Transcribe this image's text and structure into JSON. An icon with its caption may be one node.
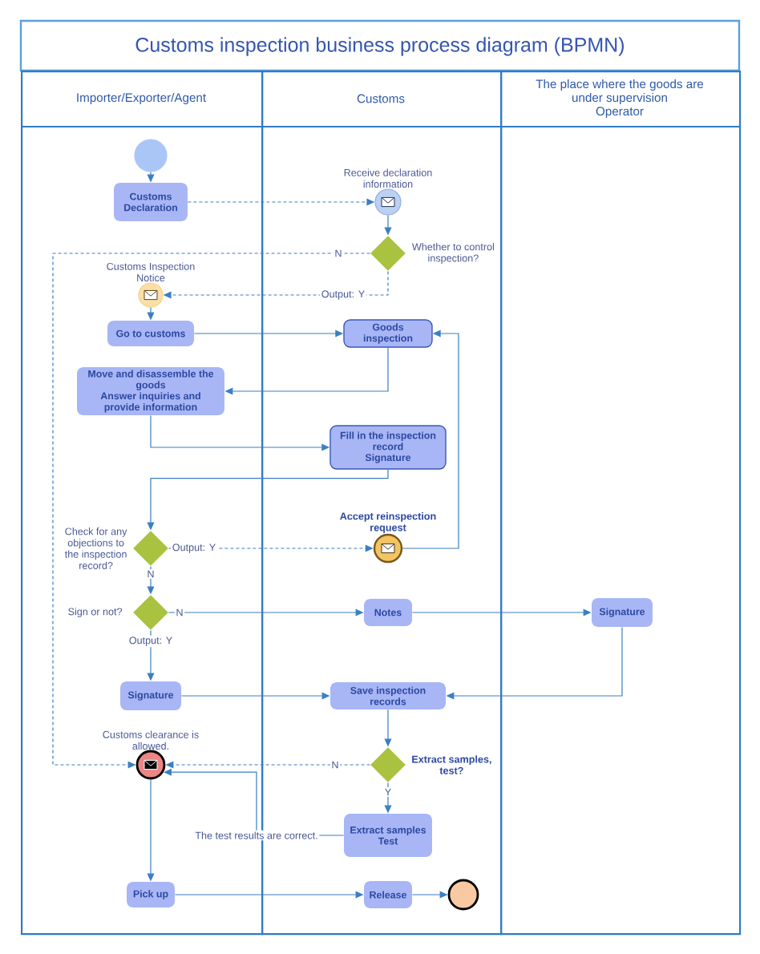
{
  "diagram": {
    "title": "Customs inspection business process diagram (BPMN)",
    "nodes": [
      {
        "text": [
          "Importer/Exporter/Agent"
        ]
      },
      {
        "text": [
          "Customs"
        ]
      },
      {
        "text": [
          "The place where the goods are under supervision",
          "Operator"
        ]
      },
      {
        "text": [],
        "shape": "circle",
        "in": 0
      },
      {
        "text": [
          "Customs Declaration"
        ],
        "in": 0
      },
      {
        "text": [
          "Receive declaration information"
        ],
        "in": 1
      },
      {
        "text": [
          "Whether to control inspection?"
        ],
        "in": 1
      },
      {
        "text": [
          "Customs Inspection Notice"
        ],
        "in": 0
      },
      {
        "text": [
          "Go to customs"
        ],
        "in": 0
      },
      {
        "text": [
          "Goods inspection"
        ],
        "in": 1
      },
      {
        "text": [
          "Move and disassemble the goods",
          "Answer inquiries and provide information"
        ],
        "in": 0
      },
      {
        "text": [
          "Fill in the inspection record",
          "Signature"
        ],
        "in": 1
      },
      {
        "text": [
          "Check for any objections to the inspection record?"
        ],
        "in": 0
      },
      {
        "text": [
          "Accept reinspection request"
        ],
        "in": 1
      },
      {
        "text": [
          "Sign or not?"
        ],
        "in": 0
      },
      {
        "text": [
          "Notes"
        ],
        "in": 1
      },
      {
        "text": [
          "Signature"
        ],
        "in": 2
      },
      {
        "text": [
          "Signature"
        ],
        "in": 0
      },
      {
        "text": [
          "Save inspection records"
        ],
        "in": 1
      },
      {
        "text": [
          "Customs clearance is allowed."
        ],
        "in": 0
      },
      {
        "text": [
          "Extract samples, test?"
        ],
        "in": 1
      },
      {
        "text": [
          "Extract samples",
          "Test"
        ],
        "in": 1
      },
      {
        "text": [
          "Pick up"
        ],
        "in": 0
      },
      {
        "text": [
          "Release"
        ],
        "in": 1
      },
      {
        "text": [],
        "shape": "circle",
        "in": 1
      }
    ],
    "edges": [
      {
        "from": 3,
        "to": 4,
        "arrow": "to"
      },
      {
        "from": 4,
        "to": 5,
        "arrow": "to",
        "style": "dashed"
      },
      {
        "from": 5,
        "to": 6,
        "arrow": "to"
      },
      {
        "from": 6,
        "to": 19,
        "arrow": "to",
        "style": "dashed",
        "label": "N"
      },
      {
        "from": 6,
        "to": 7,
        "arrow": "to",
        "style": "dashed",
        "label": "Output: Y"
      },
      {
        "from": 7,
        "to": 8,
        "arrow": "to"
      },
      {
        "from": 8,
        "to": 9,
        "arrow": "to"
      },
      {
        "from": 9,
        "to": 10,
        "arrow": "to"
      },
      {
        "from": 10,
        "to": 11,
        "arrow": "to"
      },
      {
        "from": 11,
        "to": 12,
        "arrow": "to"
      },
      {
        "from": 12,
        "to": 13,
        "arrow": "to",
        "style": "dashed",
        "label": "Output: Y"
      },
      {
        "from": 13,
        "to": 9,
        "arrow": "to"
      },
      {
        "from": 12,
        "to": 14,
        "arrow": "to",
        "label": "N"
      },
      {
        "from": 14,
        "to": 15,
        "arrow": "to",
        "label": "N"
      },
      {
        "from": 15,
        "to": 16,
        "arrow": "to"
      },
      {
        "from": 14,
        "to": 17,
        "arrow": "to",
        "label": "Output: Y"
      },
      {
        "from": 17,
        "to": 18,
        "arrow": "to"
      },
      {
        "from": 16,
        "to": 18,
        "arrow": "to"
      },
      {
        "from": 18,
        "to": 20,
        "arrow": "to"
      },
      {
        "from": 20,
        "to": 19,
        "arrow": "to",
        "style": "dashed",
        "label": "N"
      },
      {
        "from": 20,
        "to": 21,
        "arrow": "to",
        "label": "Y"
      },
      {
        "from": 21,
        "to": 19,
        "arrow": "to",
        "label": "The test results are correct."
      },
      {
        "from": 19,
        "to": 22,
        "arrow": "to"
      },
      {
        "from": 22,
        "to": 23,
        "arrow": "to"
      },
      {
        "from": 23,
        "to": 24,
        "arrow": "to"
      }
    ]
  }
}
